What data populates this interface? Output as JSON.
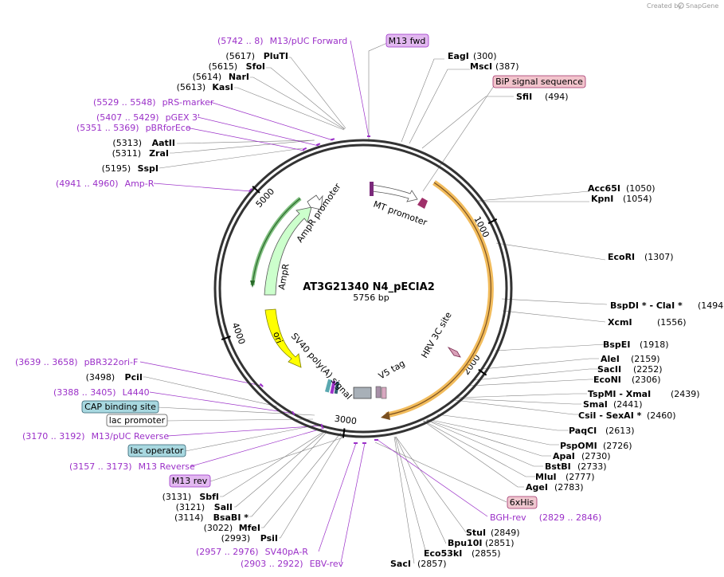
{
  "credit": {
    "prefix": "Created by",
    "brand": "SnapGene"
  },
  "plasmid": {
    "name": "AT3G21340 N4_pECIA2",
    "size_label": "5756 bp",
    "size": 5756
  },
  "ticks": [
    {
      "label": "1000",
      "bp": 1000
    },
    {
      "label": "2000",
      "bp": 2000
    },
    {
      "label": "3000",
      "bp": 3000
    },
    {
      "label": "4000",
      "bp": 4000
    },
    {
      "label": "5000",
      "bp": 5000
    }
  ],
  "features": {
    "mt_promoter": "MT promoter",
    "hrv3c": "HRV 3C site",
    "v5tag": "V5 tag",
    "sv40": "SV40 poly(A) signal",
    "ori": "ori",
    "ampr": "AmpR",
    "ampr_promoter": "AmpR promoter"
  },
  "boxed": {
    "m13fwd": "M13 fwd",
    "bip": "BiP signal sequence",
    "sixhis": "6xHis",
    "cap": "CAP binding site",
    "lacprom": "lac promoter",
    "lacop": "lac operator",
    "m13rev": "M13 rev"
  },
  "right_sites": [
    {
      "name": "EagI",
      "pos": "(300)"
    },
    {
      "name": "MscI",
      "pos": "(387)"
    },
    {
      "name": "SfiI",
      "pos": "(494)"
    },
    {
      "name": "Acc65I",
      "pos": "(1050)"
    },
    {
      "name": "KpnI",
      "pos": "(1054)"
    },
    {
      "name": "EcoRI",
      "pos": "(1307)"
    },
    {
      "name": "BspDI *  -  ClaI *",
      "pos": "(1494)"
    },
    {
      "name": "XcmI",
      "pos": "(1556)"
    },
    {
      "name": "BspEI",
      "pos": "(1918)"
    },
    {
      "name": "AleI",
      "pos": "(2159)"
    },
    {
      "name": "SacII",
      "pos": "(2252)"
    },
    {
      "name": "EcoNI",
      "pos": "(2306)"
    },
    {
      "name": "TspMI   -  XmaI",
      "pos": "(2439)"
    },
    {
      "name": "SmaI",
      "pos": "(2441)"
    },
    {
      "name": "CsiI   -  SexAI *",
      "pos": "(2460)"
    },
    {
      "name": "PaqCI",
      "pos": "(2613)"
    },
    {
      "name": "PspOMI",
      "pos": "(2726)"
    },
    {
      "name": "ApaI",
      "pos": "(2730)"
    },
    {
      "name": "BstBI",
      "pos": "(2733)"
    },
    {
      "name": "MluI",
      "pos": "(2777)"
    },
    {
      "name": "AgeI",
      "pos": "(2783)"
    },
    {
      "name": "StuI",
      "pos": "(2849)"
    },
    {
      "name": "Bpu10I",
      "pos": "(2851)"
    },
    {
      "name": "Eco53kI",
      "pos": "(2855)"
    },
    {
      "name": "SacI",
      "pos": "(2857)"
    }
  ],
  "left_sites": [
    {
      "name": "PluTI",
      "pos": "(5617)"
    },
    {
      "name": "SfoI",
      "pos": "(5615)"
    },
    {
      "name": "NarI",
      "pos": "(5614)"
    },
    {
      "name": "KasI",
      "pos": "(5613)"
    },
    {
      "name": "AatII",
      "pos": "(5313)"
    },
    {
      "name": "ZraI",
      "pos": "(5311)"
    },
    {
      "name": "SspI",
      "pos": "(5195)"
    },
    {
      "name": "PciI",
      "pos": "(3498)"
    },
    {
      "name": "SbfI",
      "pos": "(3131)"
    },
    {
      "name": "SalI",
      "pos": "(3121)"
    },
    {
      "name": "BsaBI *",
      "pos": "(3114)"
    },
    {
      "name": "MfeI",
      "pos": "(3022)"
    },
    {
      "name": "PsiI",
      "pos": "(2993)"
    }
  ],
  "primers": [
    {
      "range": "(5742 .. 8)",
      "name": "M13/pUC Forward"
    },
    {
      "range": "(5529 .. 5548)",
      "name": "pRS-marker"
    },
    {
      "range": "(5407 .. 5429)",
      "name": "pGEX 3'"
    },
    {
      "range": "(5351 .. 5369)",
      "name": "pBRforEco"
    },
    {
      "range": "(4941 .. 4960)",
      "name": "Amp-R"
    },
    {
      "range": "(3639 .. 3658)",
      "name": "pBR322ori-F"
    },
    {
      "range": "(3388 .. 3405)",
      "name": "L4440"
    },
    {
      "range": "(3170 .. 3192)",
      "name": "M13/pUC Reverse"
    },
    {
      "range": "(3157 .. 3173)",
      "name": "M13 Reverse"
    },
    {
      "range": "(2957 .. 2976)",
      "name": "SV40pA-R"
    },
    {
      "range": "(2903 .. 2922)",
      "name": "EBV-rev"
    },
    {
      "range": "(2829 .. 2846)",
      "name": "BGH-rev"
    }
  ],
  "colors": {
    "mt_promoter": "#ffffff",
    "orf": "#f5a623",
    "orf_fill": "#f3c98a",
    "hrv3c": "#d9a0b8",
    "v5tag": "#b0a0b0",
    "sv40": "#9aa8b0",
    "ori": "#ffff00",
    "ampr": "#ccffcc",
    "ampr_outline": "#339933",
    "primer": "#9b30c8",
    "bip": "#f2c4cc",
    "m13": "#e2b8f0",
    "cap": "#a8d8e0",
    "sixhis": "#f0c8d0"
  }
}
